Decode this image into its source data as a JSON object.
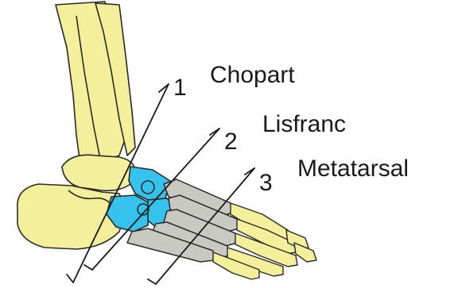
{
  "figure": {
    "lines": [
      {
        "number": "1",
        "name": "Chopart"
      },
      {
        "number": "2",
        "name": "Lisfranc"
      },
      {
        "number": "3",
        "name": "Metatarsal"
      }
    ],
    "colors": {
      "bone_yellow": "#f3ef9a",
      "tarsal_blue": "#35c3ee",
      "metatarsal_gray": "#c9c9c4",
      "outline": "#2a2a2a",
      "background": "#ffffff"
    }
  }
}
